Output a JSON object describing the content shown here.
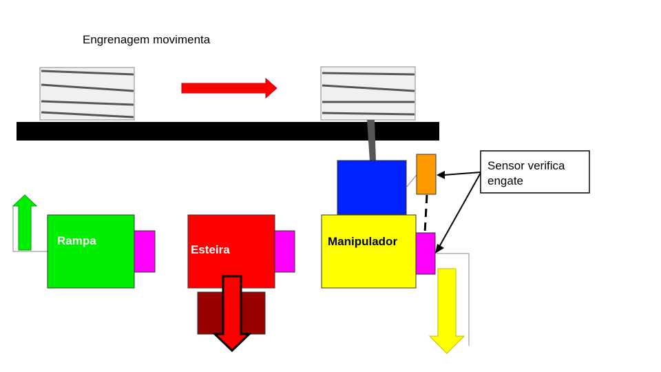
{
  "title": "Engrenagem movimenta",
  "blocks": {
    "rampa": "Rampa",
    "esteira": "Esteira",
    "manipulador": "Manipulador"
  },
  "callout": {
    "line1": "Sensor verifica",
    "line2": "engate"
  },
  "colors": {
    "rampa": "#00ee00",
    "esteira": "#ff0000",
    "esteira_base": "#990000",
    "manipulador": "#ffff00",
    "engage_block": "#0022ff",
    "sensor_top": "#ff9900",
    "sensor_side": "#ff00ff",
    "rail": "#000000",
    "gear_fill": "#f0f0f0",
    "gear_line": "#555555"
  },
  "icons": {
    "motion_arrow": "right-arrow-icon",
    "rampa_up": "up-arrow-icon",
    "esteira_down": "down-arrow-icon",
    "manipulador_down": "down-arrow-icon"
  }
}
